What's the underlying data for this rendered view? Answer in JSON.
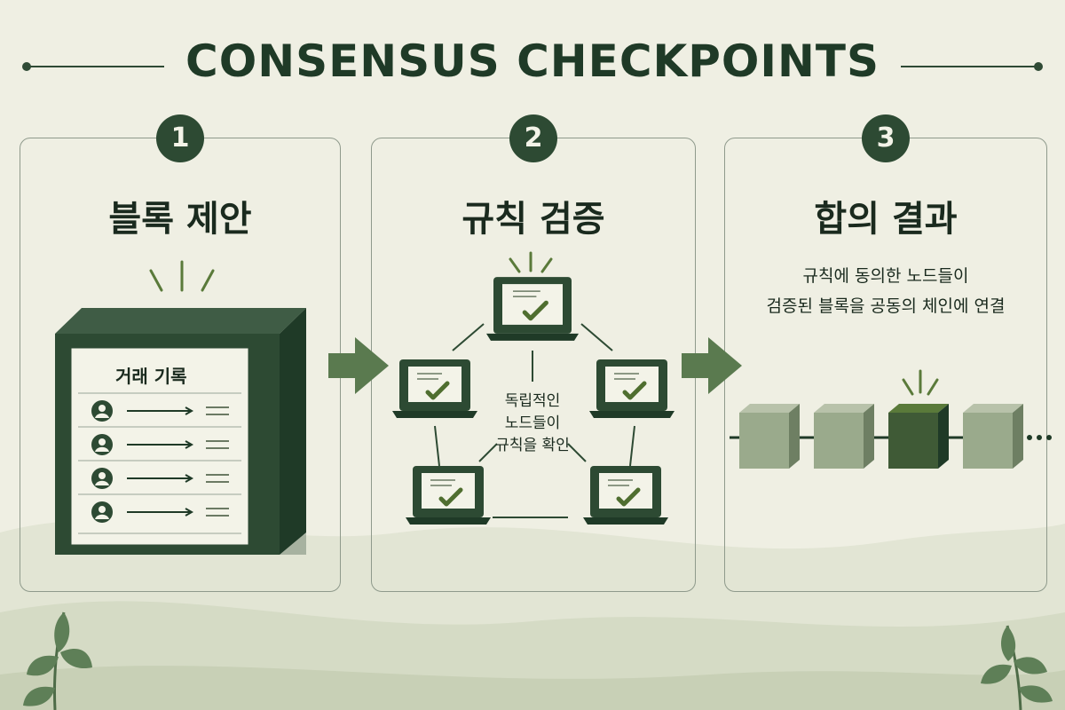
{
  "title": "CONSENSUS CHECKPOINTS",
  "colors": {
    "background": "#efefe3",
    "dark_green": "#2d4a33",
    "medium_green": "#5a7a4f",
    "light_block": "#9aaa8c",
    "highlight_block": "#3f5a36"
  },
  "steps": [
    {
      "number": "1",
      "title": "블록 제안",
      "ledger_title": "거래 기록",
      "ledger_rows": 4,
      "icons": [
        "block-icon",
        "user-icon",
        "arrow-right-icon"
      ]
    },
    {
      "number": "2",
      "title": "규칙 검증",
      "center_text": [
        "독립적인",
        "노드들이",
        "규칙을 확인"
      ],
      "nodes": 5,
      "icons": [
        "laptop-icon",
        "checkmark-icon"
      ]
    },
    {
      "number": "3",
      "title": "합의 결과",
      "description": [
        "규칙에 동의한 노드들이",
        "검증된 블록을 공동의 체인에 연결"
      ],
      "chain_blocks": 4,
      "highlighted_block": 3,
      "icons": [
        "chain-block-icon",
        "ellipsis-icon"
      ]
    }
  ]
}
